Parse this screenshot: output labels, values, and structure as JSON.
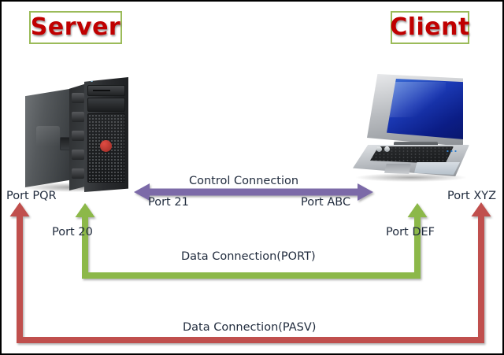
{
  "diagram": {
    "title_server": "Server",
    "title_client": "Client",
    "endpoints": {
      "server_device": "server-tower",
      "client_device": "laptop"
    },
    "colors": {
      "title_text": "#C00000",
      "title_border": "#9BBB59",
      "control_arrow": "#7B6BA8",
      "data_port_line": "#8CB84A",
      "data_pasv_line": "#C0504D",
      "label_text": "#1F2A3C",
      "frame_border": "#000000",
      "background": "#FFFFFF"
    },
    "connections": [
      {
        "id": "control",
        "label": "Control Connection",
        "color": "#7B6BA8",
        "style": "double-headed-arrow",
        "server_port": "Port 21",
        "client_port": "Port ABC"
      },
      {
        "id": "data-port",
        "label": "Data Connection(PORT)",
        "color": "#8CB84A",
        "style": "bracket-arrow-up-both-ends",
        "server_port": "Port  20",
        "client_port": "Port  DEF"
      },
      {
        "id": "data-pasv",
        "label": "Data Connection(PASV)",
        "color": "#C0504D",
        "style": "bracket-arrow-up-both-ends",
        "server_port": "Port PQR",
        "client_port": "Port XYZ"
      }
    ],
    "labels": {
      "control_connection": "Control Connection",
      "port_21": "Port 21",
      "port_abc": "Port ABC",
      "port_pqr": "Port PQR",
      "port_xyz": "Port XYZ",
      "port_20": "Port  20",
      "port_def": "Port  DEF",
      "data_connection_port": "Data Connection(PORT)",
      "data_connection_pasv": "Data Connection(PASV)"
    }
  }
}
